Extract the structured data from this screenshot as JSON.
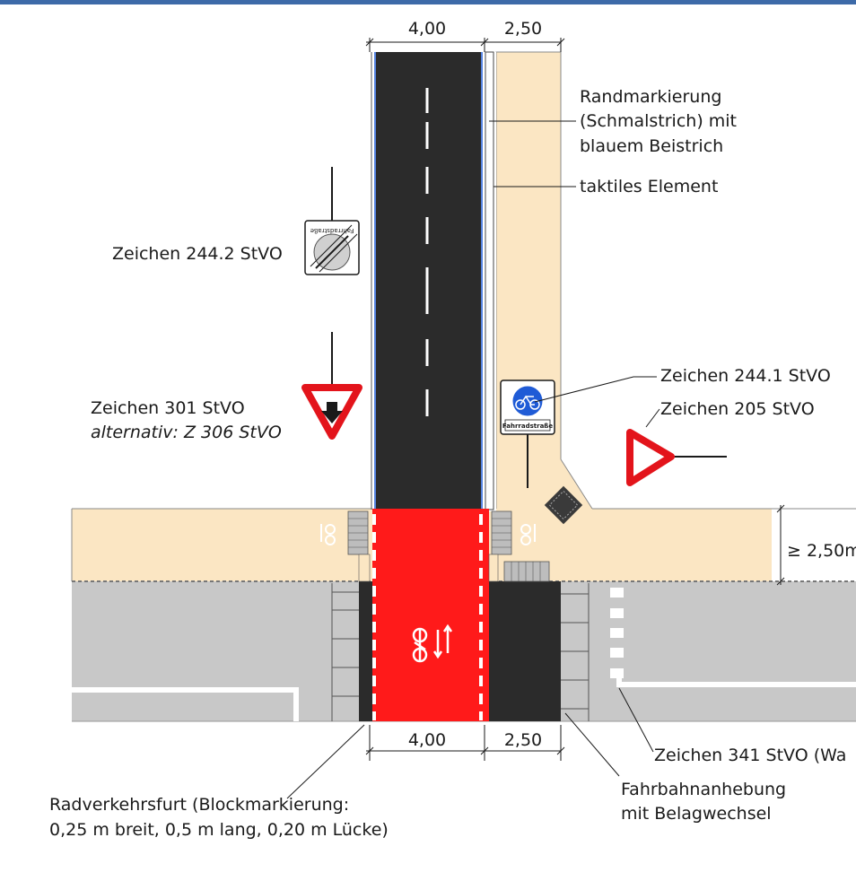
{
  "dimensions": {
    "top_road_width": "4,00",
    "top_path_width": "2,50",
    "bottom_road_width": "4,00",
    "bottom_path_width": "2,50",
    "side_path_width": "≥ 2,50m"
  },
  "labels": {
    "randmarkierung": [
      "Randmarkierung",
      "(Schmalstrich) mit",
      "blauem Beistrich"
    ],
    "taktiles": "taktiles Element",
    "z2442": "Zeichen 244.2 StVO",
    "z301": "Zeichen 301 StVO",
    "z301_alt": "alternativ: Z 306 StVO",
    "z2441": "Zeichen 244.1 StVO",
    "z205": "Zeichen 205 StVO",
    "z341": "Zeichen 341 StVO (Wa",
    "furt": [
      "Radverkehrsfurt (Blockmarkierung:",
      "0,25 m breit, 0,5 m lang, 0,20 m Lücke)"
    ],
    "anhebung": [
      "Fahrbahnanhebung",
      "mit Belagwechsel"
    ]
  },
  "sign_texts": {
    "fahrradstrasse": "Fahrradstraße",
    "fahrradstrasse_mirrored": "Fahrradstraße"
  },
  "colors": {
    "asphalt": "#2b2b2b",
    "sidewalk": "#fbe6c3",
    "road_gray": "#c8c8c8",
    "crossing_red": "#ff1a1a",
    "sign_blue": "#1f5bd6",
    "sign_red": "#e3141b",
    "frame_blue": "#3d6aa8"
  }
}
